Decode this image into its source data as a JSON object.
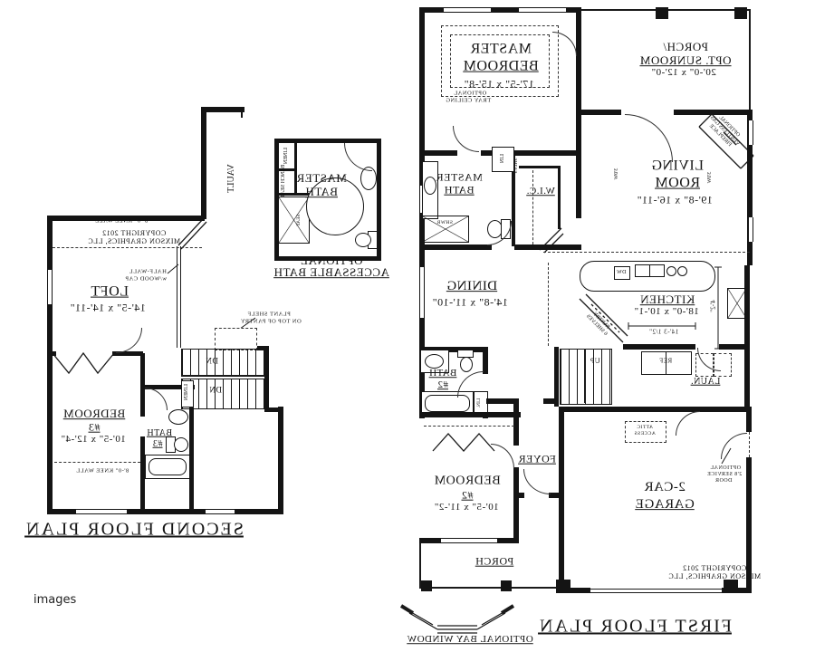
{
  "watermark": "images",
  "second_floor": {
    "title": "SECOND FLOOR PLAN",
    "vault": "VAULT",
    "knee_wall": "8'-0\" KNEE WALL",
    "copyright_l1": "COPYRIGHT 2012",
    "copyright_l2": "MIXSON GRAPHICS, LLC",
    "half_wall_l1": "HALF-WALL",
    "half_wall_l2": "w/WOOD CAP",
    "loft": {
      "name": "LOFT",
      "dims": "14'-5\" x 14'-11\""
    },
    "plant_shelf_l1": "PLANT SHELF",
    "plant_shelf_l2": "ON TOP OF PANTRY",
    "dn": "DN",
    "linen": "LINEN",
    "bedroom3": {
      "name": "BEDROOM",
      "num": "#3",
      "dims": "10'-5\" x 12'-4\""
    },
    "knee_wall2": "8'-0\" KNEE WALL",
    "bath3": {
      "name": "BATH",
      "num": "#3"
    }
  },
  "accessible_bath": {
    "name_l1": "MASTER",
    "name_l2": "BATH",
    "linen": "LINEN",
    "bench": "BENCH SEAT",
    "seat": "SEAT",
    "caption_l1": "OPTIONAL",
    "caption_l2": "ACCESSABLE BATH"
  },
  "first_floor": {
    "title": "FIRST FLOOR PLAN",
    "master_bedroom": {
      "name_l1": "MASTER",
      "name_l2": "BEDROOM",
      "dims": "17'-5\" x 15'-8\""
    },
    "tray_l1": "OPTIONAL",
    "tray_l2": "TRAY CEILING",
    "porch_sunroom": {
      "l1": "PORCH/",
      "l2": "OPT. SUNROOM",
      "dims": "20'-0\" x 12'-0\""
    },
    "living": {
      "name_l1": "LIVING",
      "name_l2": "ROOM",
      "dims": "19'-8\" x 16'-11\""
    },
    "fireplace_l1": "OPTIONAL",
    "fireplace_l2": "VENTLESS GAS",
    "fireplace_l3": "FIREPLACE",
    "window_label": "3'0W",
    "master_bath": {
      "l1": "MASTER",
      "l2": "BATH"
    },
    "shwr": "SHWR",
    "lin": "LIN",
    "shlvs": "SHLVS",
    "wic": "W.I.C.",
    "dining": {
      "name": "DINING",
      "dims": "14'-8\" x 11'-10\""
    },
    "kitchen": {
      "name": "KITCHEN",
      "dims": "18'-0\" x 10'-1\""
    },
    "kitchen_dim": "14'-3 1/2\"",
    "vert_dim": "4'-2\"",
    "pantry_l1": "PANTRY",
    "pantry_l2": "6 SHELVES",
    "dw": "DW",
    "ref": "REF",
    "laundry": "LAUN.",
    "up": "UP",
    "bath2": {
      "l1": "BATH",
      "l2": "#2"
    },
    "lin2": "LIN.",
    "foyer": "FOYER",
    "bedroom2": {
      "name": "BEDROOM",
      "num": "#2",
      "dims": "10'-5\" x 11'-2\""
    },
    "porch": "PORCH",
    "garage": {
      "l1": "2-CAR",
      "l2": "GARAGE"
    },
    "attic_l1": "ATTIC",
    "attic_l2": "ACCESS",
    "service_l1": "OPTIONAL",
    "service_l2": "2'8 SERVICE",
    "service_l3": "DOOR",
    "copyright_l1": "COPYRIGHT 2012",
    "copyright_l2": "MIXSON GRAPHICS, LLC"
  },
  "bay_window_label": "OPTIONAL BAY WINDOW"
}
